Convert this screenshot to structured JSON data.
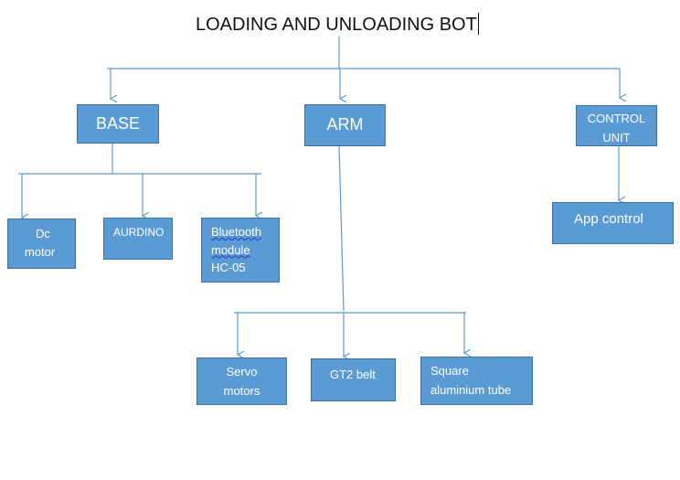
{
  "diagram": {
    "title": "LOADING AND UNLOADING BOT",
    "nodes": {
      "base": {
        "label": "BASE"
      },
      "arm": {
        "label": "ARM"
      },
      "control_unit": {
        "line1": "CONTROL",
        "line2": "UNIT"
      },
      "dc_motor": {
        "line1": "Dc",
        "line2": "motor"
      },
      "aurdino": {
        "label": "AURDINO"
      },
      "bluetooth": {
        "line1": "Bluetooth",
        "line2": "module",
        "line3": "HC-05"
      },
      "app_control": {
        "label": "App control"
      },
      "servo": {
        "line1": "Servo",
        "line2": "motors"
      },
      "gt2_belt": {
        "label": "GT2 belt"
      },
      "square_tube": {
        "line1": "Square",
        "line2": "aluminium tube"
      }
    },
    "colors": {
      "box_fill": "#5b9bd5",
      "box_border": "#41719c",
      "connector": "#5b9bd5",
      "box_text": "#ffffff"
    }
  }
}
